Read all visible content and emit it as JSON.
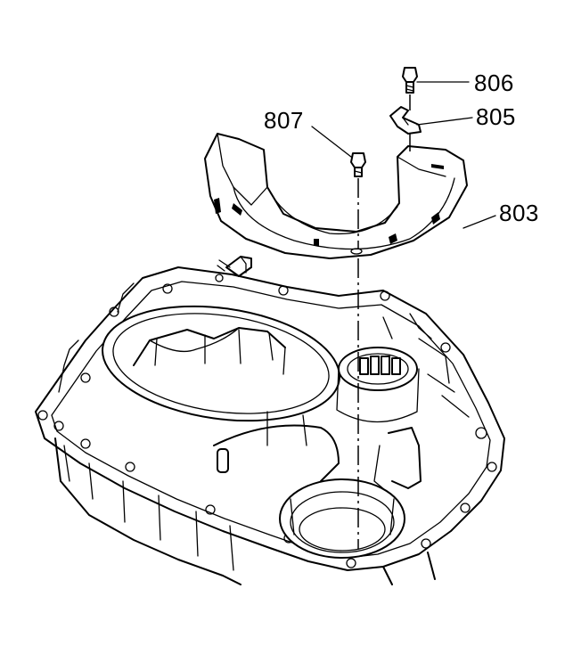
{
  "diagram": {
    "callouts": [
      {
        "id": "806",
        "label": "806"
      },
      {
        "id": "805",
        "label": "805"
      },
      {
        "id": "807",
        "label": "807"
      },
      {
        "id": "803",
        "label": "803"
      }
    ],
    "line_color": "#000000",
    "background": "#ffffff"
  }
}
